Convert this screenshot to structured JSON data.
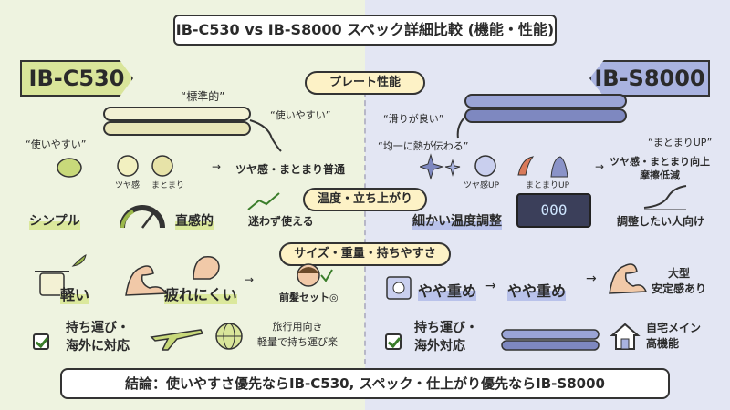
{
  "title": "IB-C530 vs IB-S8000 スペック詳細比較 (機能・性能)",
  "left_model": "IB-C530",
  "right_model": "IB-S8000",
  "sections": {
    "plate": "プレート性能",
    "temp": "温度・立ち上がり",
    "size": "サイズ・重量・持ちやすさ"
  },
  "left": {
    "plate_quote_top": "“標準的”",
    "plate_quote_left": "“使いやすい”",
    "plate_quote_right": "“使いやすい”",
    "icon_label_tsuya": "ツヤ感",
    "icon_label_matomari": "まとまり",
    "plate_result": "ツヤ感・まとまり普通",
    "temp_label_simple": "シンプル",
    "temp_label_intuitive": "直感的",
    "temp_result": "迷わず使える",
    "weight_label": "軽い",
    "fatigue_label": "疲れにくい",
    "bangs_label": "前髪セット◎",
    "travel_label": "持ち運び・\n海外に対応",
    "travel_result": "旅行用向き\n軽量で持ち運び楽"
  },
  "right": {
    "plate_quote_smooth": "“滑りが良い”",
    "plate_quote_heat": "“均一に熱が伝わる”",
    "plate_quote_right": "“まとまりUP”",
    "icon_label_tsuya": "ツヤ感UP",
    "icon_label_matomari": "まとまりUP",
    "plate_result": "ツヤ感・まとまり向上\n摩擦低減",
    "temp_label": "細かい温度調整",
    "lcd_value": "000",
    "temp_result": "調整したい人向け",
    "weight_label_1": "やや重め",
    "weight_label_2": "やや重め",
    "stability_label": "大型\n安定感あり",
    "travel_label": "持ち運び・\n海外対応",
    "home_label": "自宅メイン\n高機能"
  },
  "conclusion": "結論：使いやすさ優先ならIB-C530, スペック・仕上がり優先ならIB-S8000",
  "colors": {
    "left_accent": "#d9e59a",
    "right_accent": "#a9b3e0",
    "section_bg": "#fdf2c6"
  }
}
